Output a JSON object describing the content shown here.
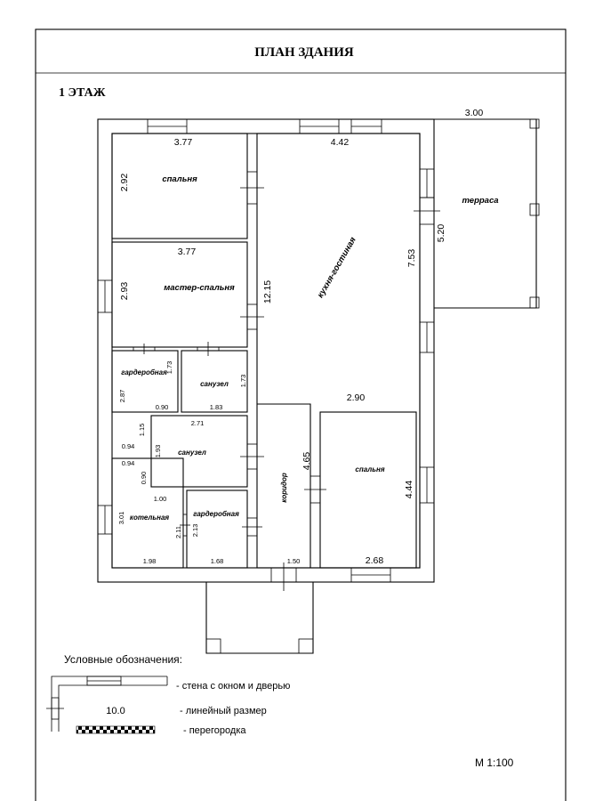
{
  "title": "ПЛАН ЗДАНИЯ",
  "floor": "1 ЭТАЖ",
  "rooms": {
    "bedroom1": "спальня",
    "master_bedroom": "мастер-спальня",
    "kitchen_living": "кухня-гостиная",
    "terrace": "терраса",
    "wardrobe1": "гардеробная",
    "bathroom1": "санузел",
    "bathroom2": "санузел",
    "boiler_room": "котельная",
    "wardrobe2": "гардеробная",
    "corridor": "коридор",
    "bedroom2": "спальня"
  },
  "dimensions": {
    "d_377_a": "3.77",
    "d_292": "2.92",
    "d_377_b": "3.77",
    "d_293": "2.93",
    "d_442": "4.42",
    "d_1215": "12.15",
    "d_753": "7.53",
    "d_300": "3.00",
    "d_520": "5.20",
    "d_287": "2.87",
    "d_173_a": "1.73",
    "d_090_a": "0.90",
    "d_183": "1.83",
    "d_271": "2.71",
    "d_115": "1.15",
    "d_193": "1.93",
    "d_094_a": "0.94",
    "d_094_b": "0.94",
    "d_090_b": "0.90",
    "d_100": "1.00",
    "d_301": "3.01",
    "d_211": "2.11",
    "d_213": "2.13",
    "d_198": "1.98",
    "d_168": "1.68",
    "d_290": "2.90",
    "d_465": "4.65",
    "d_444": "4.44",
    "d_150": "1.50",
    "d_268": "2.68"
  },
  "legend": {
    "heading": "Условные обозначения:",
    "wall_label": "- стена с окном и дверью",
    "dim_value": "10.0",
    "dim_label": "- линейный размер",
    "partition_label": "- перегородка"
  },
  "scale": "М 1:100"
}
